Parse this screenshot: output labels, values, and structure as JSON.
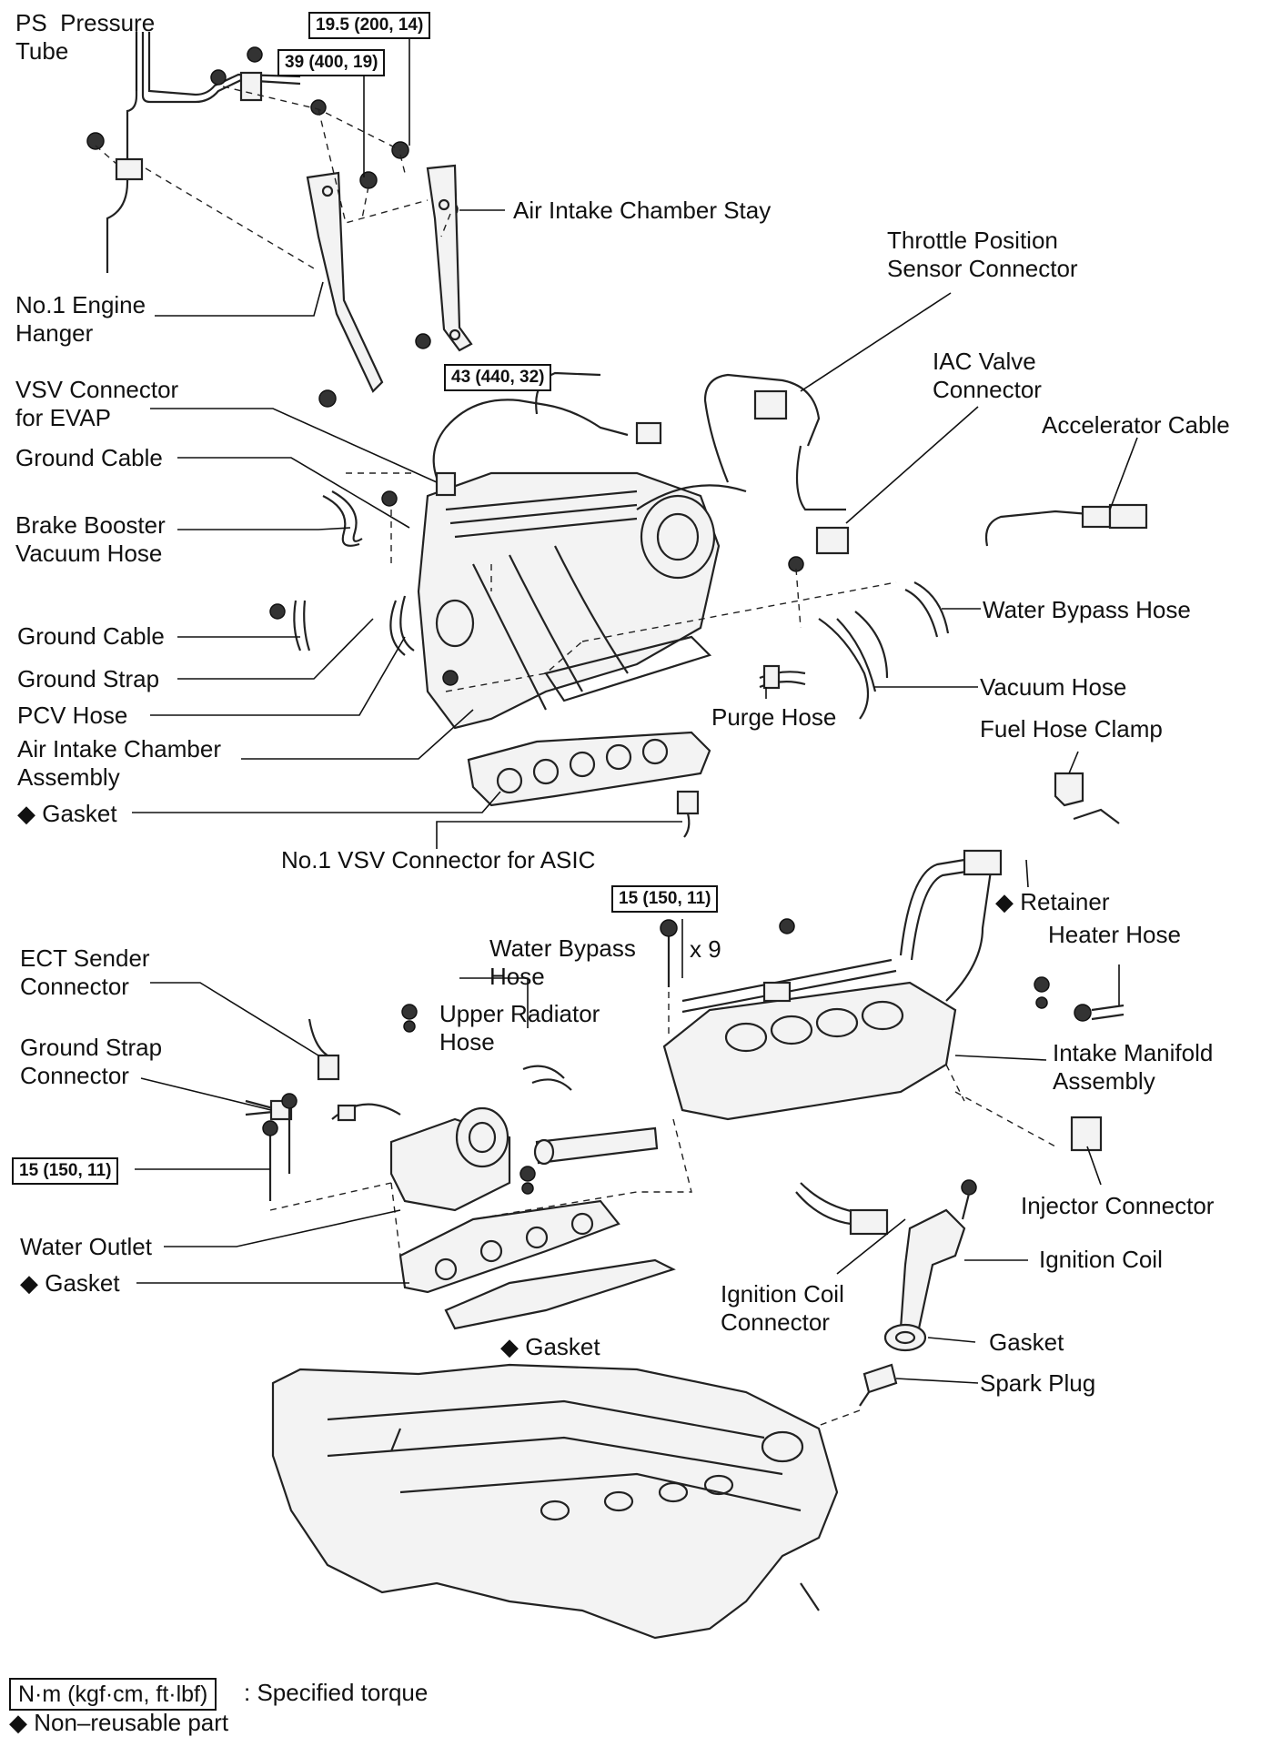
{
  "labels": {
    "ps_pressure_tube": "PS  Pressure\nTube",
    "air_intake_chamber_stay": "Air Intake Chamber Stay",
    "no1_engine_hanger": "No.1 Engine\nHanger",
    "throttle_position_sensor_connector": "Throttle Position\nSensor Connector",
    "iac_valve_connector": "IAC Valve\nConnector",
    "accelerator_cable": "Accelerator Cable",
    "vsv_connector_for_evap": "VSV Connector\nfor EVAP",
    "ground_cable_1": "Ground Cable",
    "brake_booster_vacuum_hose": "Brake Booster\nVacuum Hose",
    "ground_cable_2": "Ground Cable",
    "ground_strap": "Ground Strap",
    "pcv_hose": "PCV Hose",
    "air_intake_chamber_assembly": "Air Intake Chamber\nAssembly",
    "gasket_1": "◆ Gasket",
    "water_bypass_hose_1": "Water Bypass Hose",
    "vacuum_hose": "Vacuum Hose",
    "purge_hose": "Purge Hose",
    "fuel_hose_clamp": "Fuel Hose Clamp",
    "no1_vsv_connector_for_asic": "No.1 VSV Connector for ASIC",
    "retainer": "◆ Retainer",
    "heater_hose": "Heater Hose",
    "water_bypass_hose_2": "Water Bypass\nHose",
    "bolt_quantity": "x 9",
    "ect_sender_connector": "ECT Sender\nConnector",
    "upper_radiator_hose": "Upper Radiator\nHose",
    "ground_strap_connector": "Ground Strap\nConnector",
    "intake_manifold_assembly": "Intake Manifold\nAssembly",
    "injector_connector": "Injector Connector",
    "water_outlet": "Water Outlet",
    "gasket_2": "◆ Gasket",
    "ignition_coil": "Ignition Coil",
    "ignition_coil_connector": "Ignition Coil\nConnector",
    "gasket_3": "Gasket",
    "gasket_4": "◆ Gasket",
    "spark_plug": "Spark Plug"
  },
  "torques": {
    "t_19_5": "19.5 (200, 14)",
    "t_39": "39 (400, 19)",
    "t_43": "43 (440, 32)",
    "t_15_manifold": "15 (150, 11)",
    "t_15_outlet": "15 (150, 11)"
  },
  "legend": {
    "torque_box": "N·m (kgf·cm, ft·lbf)",
    "torque_desc": ": Specified torque",
    "nonreusable": "◆ Non–reusable part"
  }
}
